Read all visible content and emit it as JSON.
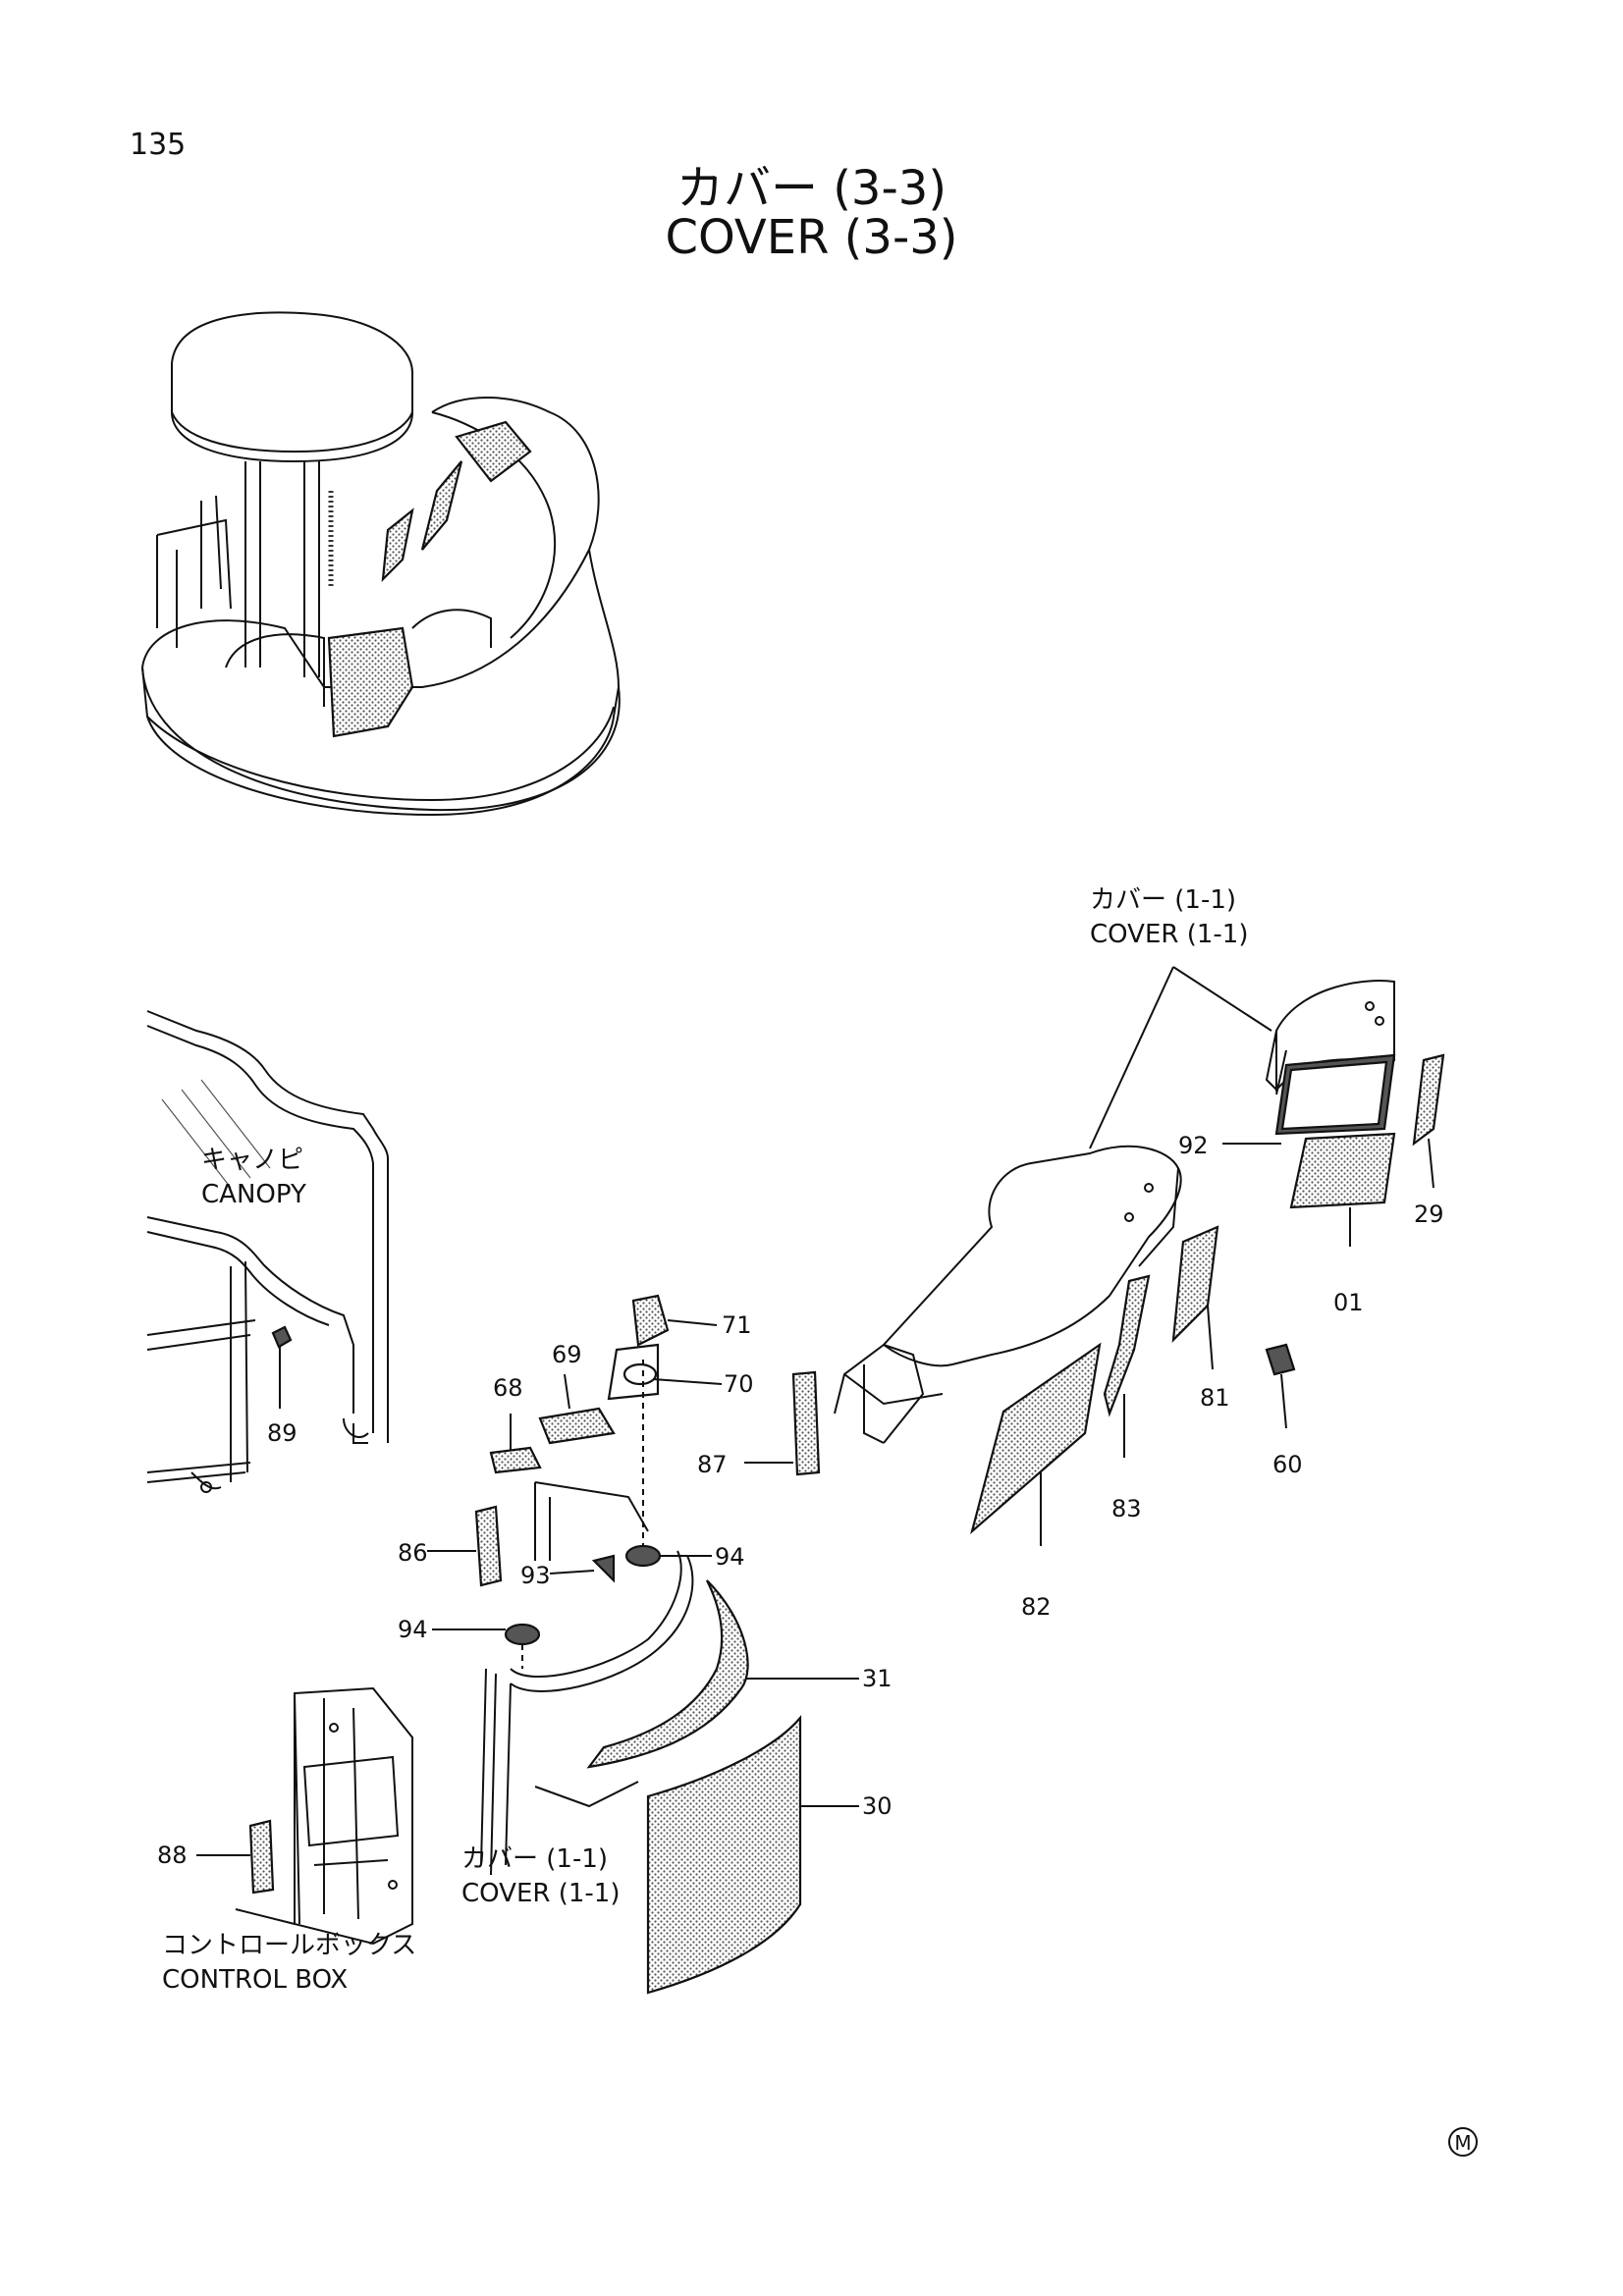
{
  "page_number": "135",
  "title_jp": "カバー (3-3)",
  "title_en": "COVER (3-3)",
  "labels": {
    "cover_ref_top_jp": "カバー (1-1)",
    "cover_ref_top_en": "COVER (1-1)",
    "canopy_jp": "キャノピ",
    "canopy_en": "CANOPY",
    "cover_ref_bottom_jp": "カバー (1-1)",
    "cover_ref_bottom_en": "COVER (1-1)",
    "control_box_jp": "コントロールボックス",
    "control_box_en": "CONTROL BOX"
  },
  "part_numbers": {
    "p92": "92",
    "p29": "29",
    "p01": "01",
    "p81": "81",
    "p60": "60",
    "p83": "83",
    "p82": "82",
    "p87": "87",
    "p71": "71",
    "p70": "70",
    "p69": "69",
    "p68": "68",
    "p89": "89",
    "p86": "86",
    "p93": "93",
    "p94a": "94",
    "p94b": "94",
    "p31": "31",
    "p30": "30",
    "p88": "88"
  },
  "mark": "M"
}
